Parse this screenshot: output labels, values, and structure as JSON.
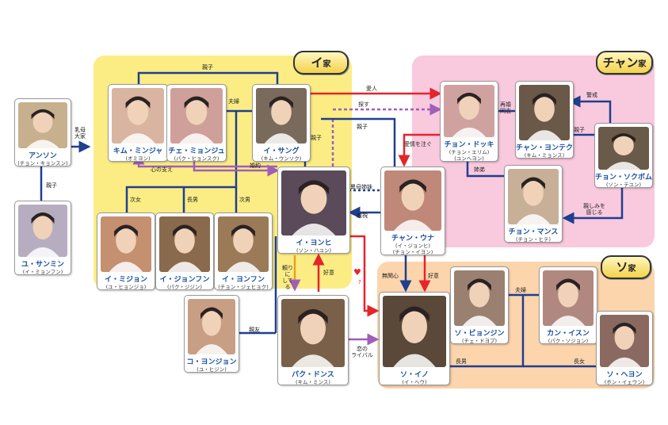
{
  "families": {
    "lee": {
      "name": "イ",
      "suffix": "家"
    },
    "jang": {
      "name": "チャン",
      "suffix": "家"
    },
    "seo": {
      "name": "ソ",
      "suffix": "家"
    }
  },
  "colors": {
    "lee_panel": "#fbed84",
    "jang_panel": "#f9c9de",
    "seo_panel": "#fcd5ad",
    "line_blue": "#1f3f8f",
    "line_red": "#e5242b",
    "line_purple": "#a05fb7",
    "name_blue": "#1a4fa0"
  },
  "characters": {
    "anson": {
      "name": "アンソン",
      "actor": "(チョン・キョンスン)"
    },
    "yu_sanmin": {
      "name": "ユ・サンミン",
      "actor": "(イ・ミョンフン)"
    },
    "kim_minja": {
      "name": "キム・ミンジャ",
      "actor": "(オミヨン)"
    },
    "choi_minju": {
      "name": "チェ・ミョンジュ",
      "actor": "(パク・ヒョンスク)"
    },
    "lee_sangu": {
      "name": "イ・サング",
      "actor": "(キム・ウンソク)"
    },
    "lee_mijon": {
      "name": "イ・ミジョン",
      "actor": "(ユ・ヒョンジョ)"
    },
    "lee_jonfun1": {
      "name": "イ・ジョンフン",
      "actor": "(パク・ジジン)"
    },
    "lee_jonfun2": {
      "name": "イ・ヨンフン",
      "actor": "(チョン・ジェヒョク)"
    },
    "lee_yonhi": {
      "name": "イ・ヨンヒ",
      "actor": "(ソン・ハユン)"
    },
    "jang_utta": {
      "name": "チャン・ウナ",
      "actor": "(イ・ジョンヒ)",
      "alias": "(チョン・イヨン)"
    },
    "jeon_dokki": {
      "name": "チョン・ドッキ",
      "actor": "(チョン・エリム)",
      "alias": "(ユンヘヨン)"
    },
    "jang_yonteku": {
      "name": "チャン・ヨンテク",
      "actor": "(キム・ミョンス)"
    },
    "jang_sokbom": {
      "name": "チョン・ソクボム",
      "actor": "(ソン・テユン)"
    },
    "jeon_mansu": {
      "name": "チョン・マンス",
      "actor": "(チョン・ヒテ)"
    },
    "ko_yonjon": {
      "name": "コ・ヨンジョン",
      "actor": "(ユ・ヒジン)"
    },
    "park_dons": {
      "name": "パク・ドンス",
      "actor": "(キム・ミンス)"
    },
    "so_ino": {
      "name": "ソ・イノ",
      "actor": "(イ・ヘウ)"
    },
    "so_byonjin": {
      "name": "ソ・ビョンジン",
      "actor": "(チェ・ドヨプ)"
    },
    "kan_isun": {
      "name": "カン・イスン",
      "actor": "(パク・ソジョン)"
    },
    "so_hejon": {
      "name": "ソ・ヘヨン",
      "actor": "(ホン・イェウン)"
    }
  },
  "relations": {
    "nanny": "乳母\n大家",
    "daughter_in_law1": "親子",
    "parent_child_top": "親子",
    "couple": "夫婦",
    "mother_support": "心の支え",
    "marriage": "婚約",
    "lover": "愛人",
    "search": "探す",
    "parent_child_mid": "親子",
    "love_pour": "愛情を注ぐ",
    "remarried": "再婚\n同志",
    "scolds": "警戒",
    "parent_child_right": "親子",
    "siblings": "姉弟",
    "familiar": "親しみを\n感じる",
    "half_sisters": "異母姉妹",
    "hostile": "敵視",
    "second_daughter": "次女",
    "eldest_son": "長男",
    "second_son": "次男",
    "relying": "頼りに\nしてる",
    "favor1": "好意",
    "no_interest": "無関心",
    "favor2": "好意",
    "best_friend": "親友",
    "rivals": "恋の\nライバル",
    "eldest_son2": "長男",
    "eldest_daughter": "長女",
    "couple2": "夫婦",
    "parent_child_yu": "親子",
    "question_mark": "?"
  }
}
